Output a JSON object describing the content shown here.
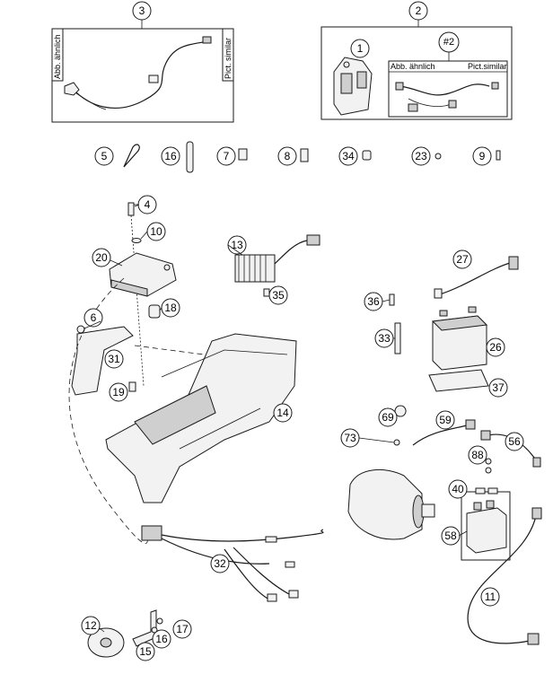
{
  "groups": {
    "kit_3": {
      "number": "3",
      "label_left": "Abb. ähnlich",
      "label_right": "Pict. similar"
    },
    "kit_2": {
      "number": "2",
      "sub_number": "1",
      "sub_ref": "#2",
      "label_left": "Abb. ähnlich",
      "label_right": "Pict.similar"
    }
  },
  "small_parts": [
    "5",
    "16",
    "7",
    "8",
    "34",
    "23",
    "9"
  ],
  "callouts": {
    "c4": "4",
    "c10": "10",
    "c20": "20",
    "c18": "18",
    "c6": "6",
    "c31": "31",
    "c19": "19",
    "c14": "14",
    "c13": "13",
    "c35": "35",
    "c27": "27",
    "c36": "36",
    "c33": "33",
    "c26": "26",
    "c37": "37",
    "c69": "69",
    "c59": "59",
    "c73": "73",
    "c56": "56",
    "c88": "88",
    "c40": "40",
    "c58": "58",
    "c11": "11",
    "c32": "32",
    "c12": "12",
    "c15": "15",
    "c16b": "16",
    "c17": "17"
  }
}
